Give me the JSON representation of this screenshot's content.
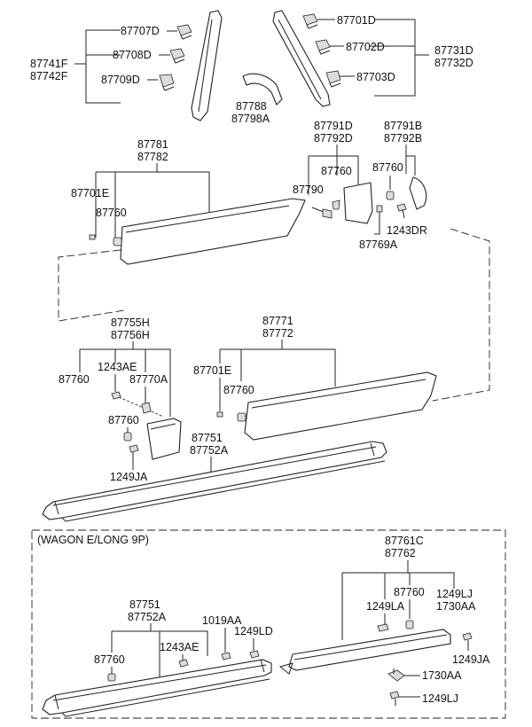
{
  "labels": {
    "p87707D": "87707D",
    "p87708D": "87708D",
    "p87709D": "87709D",
    "p87741F": "87741F",
    "p87742F": "87742F",
    "p87701D": "87701D",
    "p87702D": "87702D",
    "p87703D": "87703D",
    "p87731D": "87731D",
    "p87732D": "87732D",
    "p87788": "87788",
    "p87798A": "87798A",
    "p87781": "87781",
    "p87782": "87782",
    "p87701E_a": "87701E",
    "p87760_a": "87760",
    "p87791D": "87791D",
    "p87792D": "87792D",
    "p87760_b": "87760",
    "p87790": "87790",
    "p87769A": "87769A",
    "p87791B": "87791B",
    "p87792B": "87792B",
    "p87760_c": "87760",
    "p1243DR": "1243DR",
    "p87755H": "87755H",
    "p87756H": "87756H",
    "p87760_d": "87760",
    "p1243AE_a": "1243AE",
    "p87770A": "87770A",
    "p87760_e": "87760",
    "p1249JA_a": "1249JA",
    "p87771": "87771",
    "p87772": "87772",
    "p87701E_b": "87701E",
    "p87760_f": "87760",
    "p87751_a": "87751",
    "p87752A_a": "87752A",
    "wagon": "(WAGON E/LONG 9P)",
    "p87761C": "87761C",
    "p87762": "87762",
    "p87760_g": "87760",
    "p1249LA": "1249LA",
    "p1249LJ_a": "1249LJ",
    "p1730AA_a": "1730AA",
    "p87751_b": "87751",
    "p87752A_b": "87752A",
    "p1019AA": "1019AA",
    "p1249LD": "1249LD",
    "p87760_h": "87760",
    "p1243AE_b": "1243AE",
    "p1249JA_b": "1249JA",
    "p1730AA_b": "1730AA",
    "p1249LJ_b": "1249LJ"
  }
}
